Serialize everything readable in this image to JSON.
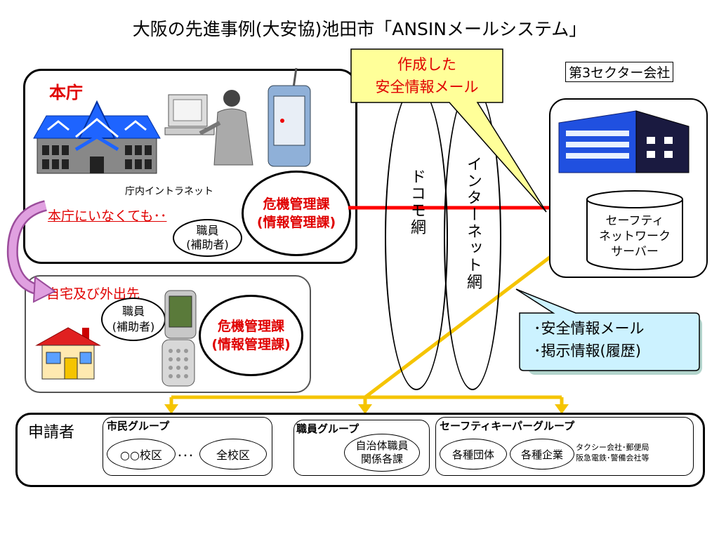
{
  "title": "大阪の先進事例(大安協)池田市「ANSINメールシステム」",
  "honcho": {
    "label": "本庁",
    "intranet": "庁内イントラネット",
    "kiki_line1": "危機管理課",
    "kiki_line2": "(情報管理課)",
    "away_label": "本庁にいなくても･･",
    "staff_line1": "職員",
    "staff_line2": "(補助者)"
  },
  "callout_top": {
    "line1": "作成した",
    "line2": "安全情報メール"
  },
  "networks": {
    "docomo": "ドコモ網",
    "internet": "インターネット網"
  },
  "third_sector": {
    "label": "第3セクター会社",
    "server_line1": "セーフティ",
    "server_line2": "ネットワーク",
    "server_line3": "サーバー"
  },
  "callout_right": {
    "line1": "･安全情報メール",
    "line2": "･掲示情報(履歴)"
  },
  "home": {
    "label": "自宅及び外出先",
    "staff_line1": "職員",
    "staff_line2": "(補助者)",
    "kiki_line1": "危機管理課",
    "kiki_line2": "(情報管理課)"
  },
  "applicants": {
    "label": "申請者",
    "citizen_group": "市民グループ",
    "citizen_a": "○○校区",
    "citizen_dots": "･･･",
    "citizen_b": "全校区",
    "staff_group": "職員グループ",
    "staff_line1": "自治体職員",
    "staff_line2": "関係各課",
    "keeper_group": "セーフティキーパーグループ",
    "org_a": "各種団体",
    "org_b": "各種企業",
    "companies_line1": "タクシー会社･郵便局",
    "companies_line2": "阪急電鉄･警備会社等"
  },
  "colors": {
    "red": "#e00000",
    "arrow_red": "#ff0000",
    "yellow_arrow": "#f5c400",
    "callout_yellow": "#ffff99",
    "callout_blue": "#ccf2ff",
    "house_blue": "#1e64ff",
    "purple": "#cc66cc"
  }
}
